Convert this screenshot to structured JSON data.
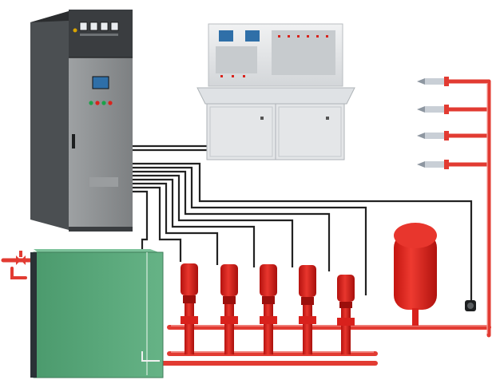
{
  "scene": {
    "background": "#ffffff"
  },
  "colors": {
    "cabinet_dark": "#3a3d40",
    "cabinet_front": "#8c8f91",
    "cabinet_side": "#5c6063",
    "console_light": "#e6e8ea",
    "tank_green": "#5aa57a",
    "tank_edge": "#3f7d5a",
    "pipe_red": "#e23b32",
    "pump_red": "#d8211c",
    "wire_black": "#222222",
    "screen_blue": "#2f6fa8"
  },
  "components": {
    "control_cabinet": {
      "icon": "control-cabinet-icon"
    },
    "control_console": {
      "icon": "monitor-console-icon"
    },
    "water_tank": {
      "icon": "water-tank-icon"
    },
    "pressure_vessel": {
      "icon": "pressure-tank-icon"
    },
    "pumps": [
      "pump-1",
      "pump-2",
      "pump-3",
      "pump-4",
      "pump-5"
    ],
    "sprinkler_heads": [
      "sprinkler-1",
      "sprinkler-2",
      "sprinkler-3",
      "sprinkler-4"
    ],
    "flow_switch": {
      "icon": "pressure-switch-icon"
    },
    "inlet_valve": {
      "icon": "valve-icon"
    }
  }
}
